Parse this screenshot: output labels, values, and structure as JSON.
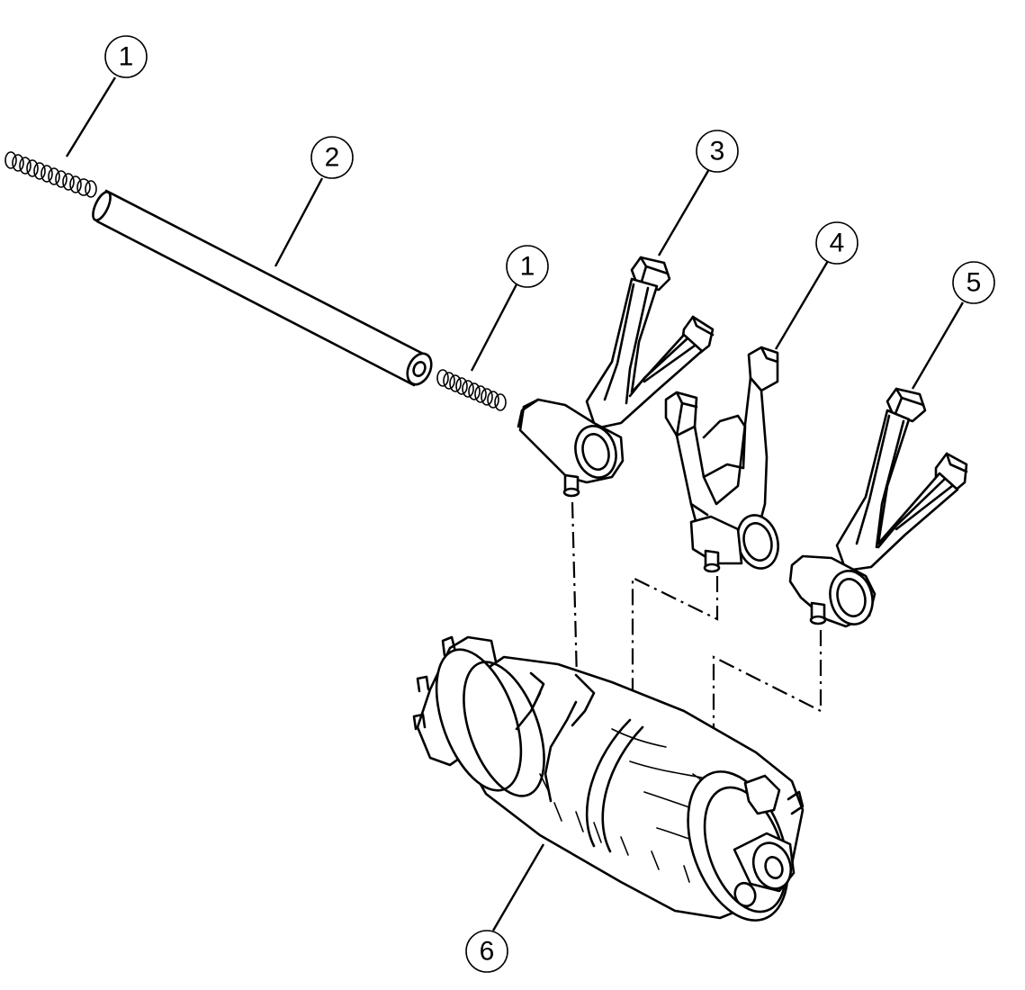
{
  "callouts": [
    {
      "id": "c1a",
      "label": "1"
    },
    {
      "id": "c2",
      "label": "2"
    },
    {
      "id": "c1b",
      "label": "1"
    },
    {
      "id": "c3",
      "label": "3"
    },
    {
      "id": "c4",
      "label": "4"
    },
    {
      "id": "c5",
      "label": "5"
    },
    {
      "id": "c6",
      "label": "6"
    }
  ]
}
